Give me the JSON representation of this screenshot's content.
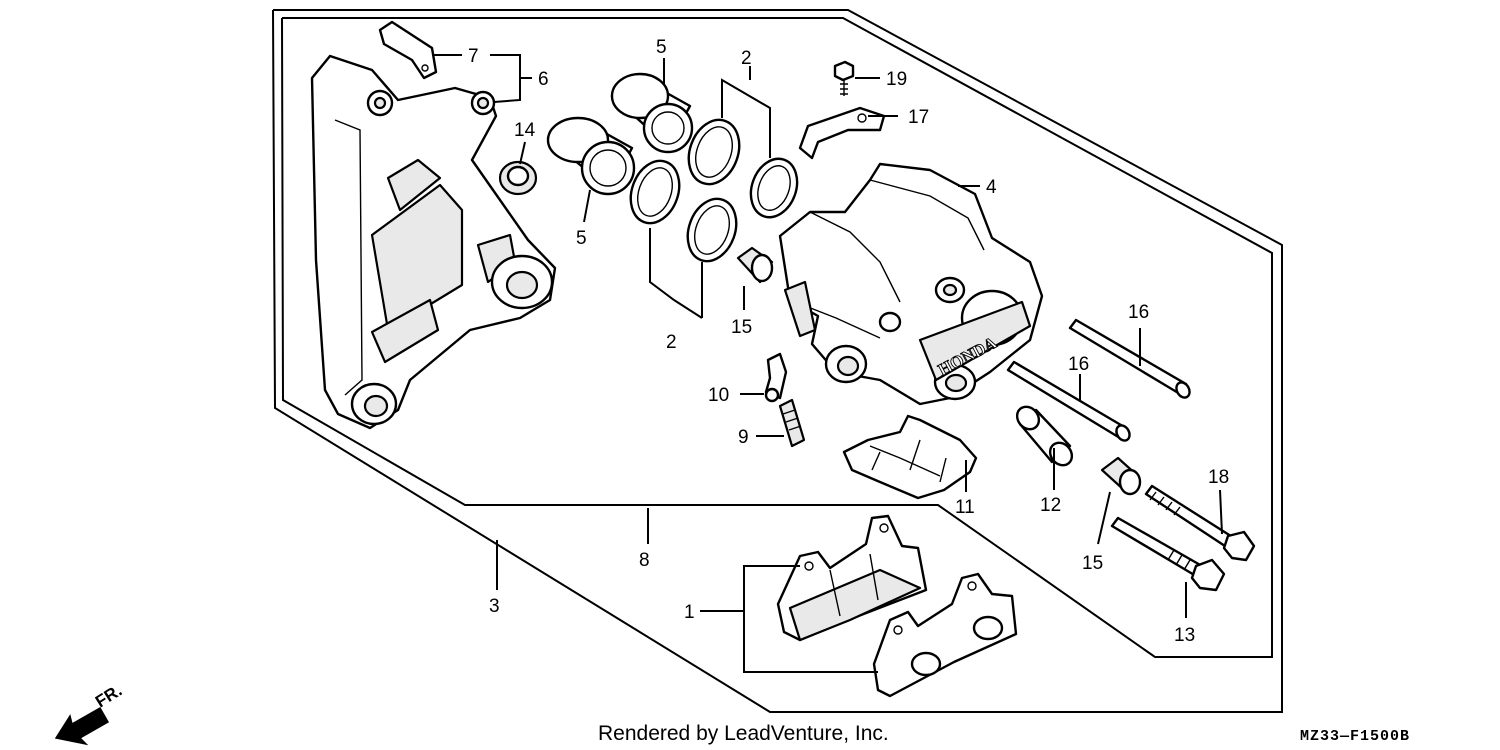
{
  "diagram": {
    "callouts": {
      "c1": "1",
      "c2a": "2",
      "c2b": "2",
      "c3": "3",
      "c4": "4",
      "c5a": "5",
      "c5b": "5",
      "c6": "6",
      "c7": "7",
      "c8": "8",
      "c9": "9",
      "c10": "10",
      "c11": "11",
      "c12": "12",
      "c13": "13",
      "c14": "14",
      "c15a": "15",
      "c15b": "15",
      "c16a": "16",
      "c16b": "16",
      "c17": "17",
      "c18": "18",
      "c19": "19"
    },
    "caliper_brand": "HONDA",
    "direction_label": "FR.",
    "footer_text": "Rendered by LeadVenture, Inc.",
    "diagram_code": "MZ33—F1500B"
  },
  "icons": {
    "direction": "front-arrow-icon"
  }
}
